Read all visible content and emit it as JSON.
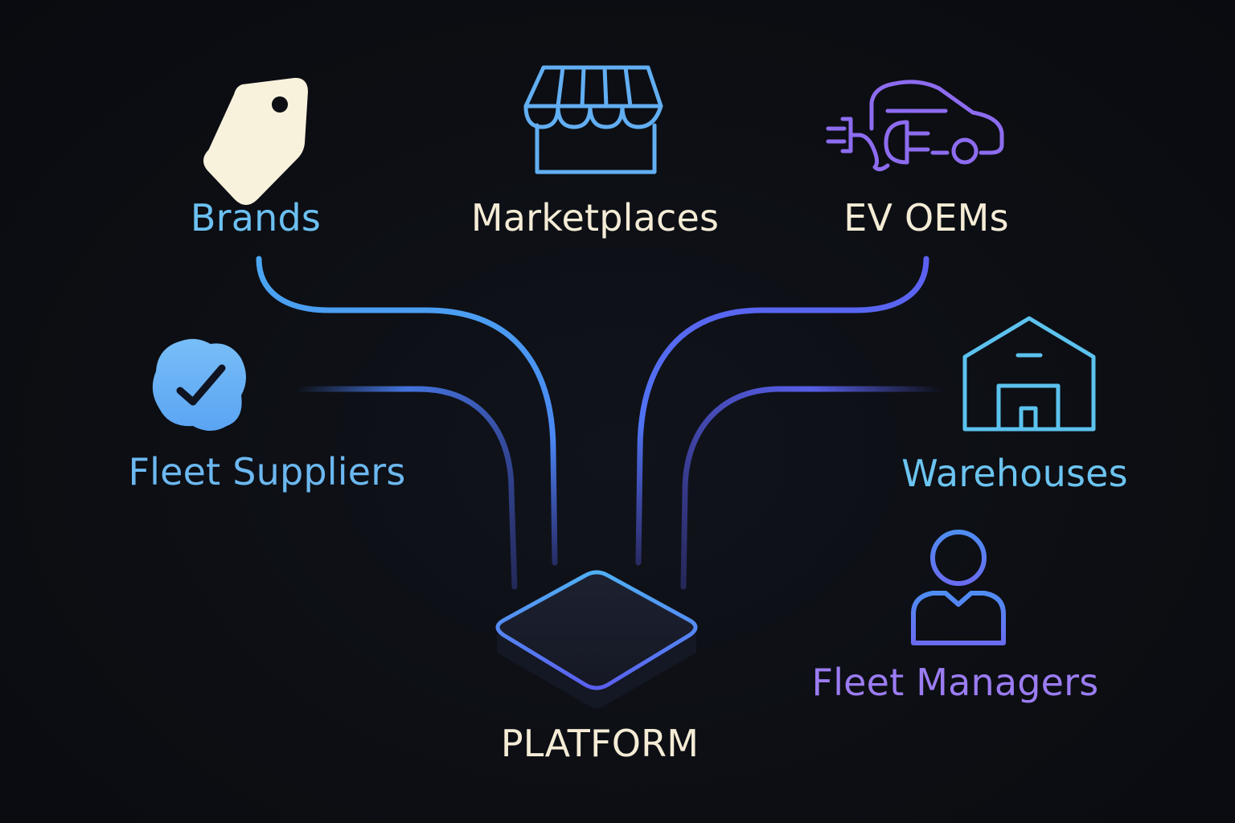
{
  "nodes": {
    "brands": {
      "label": "Brands",
      "color": "#6cc0f2"
    },
    "marketplaces": {
      "label": "Marketplaces",
      "color": "#f5ecd6"
    },
    "ev_oems": {
      "label": "EV OEMs",
      "color": "#f5ecd6"
    },
    "fleet_suppliers": {
      "label": "Fleet Suppliers",
      "color": "#6cb8f0"
    },
    "warehouses": {
      "label": "Warehouses",
      "color": "#6cc4f0"
    },
    "fleet_managers": {
      "label": "Fleet Managers",
      "color": "#9b7cf2"
    }
  },
  "center": {
    "label": "PLATFORM",
    "color": "#f5ecd6"
  },
  "colors": {
    "background": "#0d0f14",
    "connector_blue": "#4aa3f0",
    "connector_indigo": "#5b63f0",
    "tag_icon": "#f8f1dc",
    "badge_icon": "#6ab4f5",
    "store_icon": "#62aef2",
    "car_icon": "#8d6cf0",
    "warehouse_icon": "#5cc2ee",
    "person_icon": "#5a86f0"
  },
  "icons": {
    "brands": "price-tag-icon",
    "marketplaces": "storefront-icon",
    "ev_oems": "electric-car-plug-icon",
    "fleet_suppliers": "verified-badge-icon",
    "warehouses": "warehouse-icon",
    "fleet_managers": "person-icon",
    "center": "platform-tile-icon"
  }
}
